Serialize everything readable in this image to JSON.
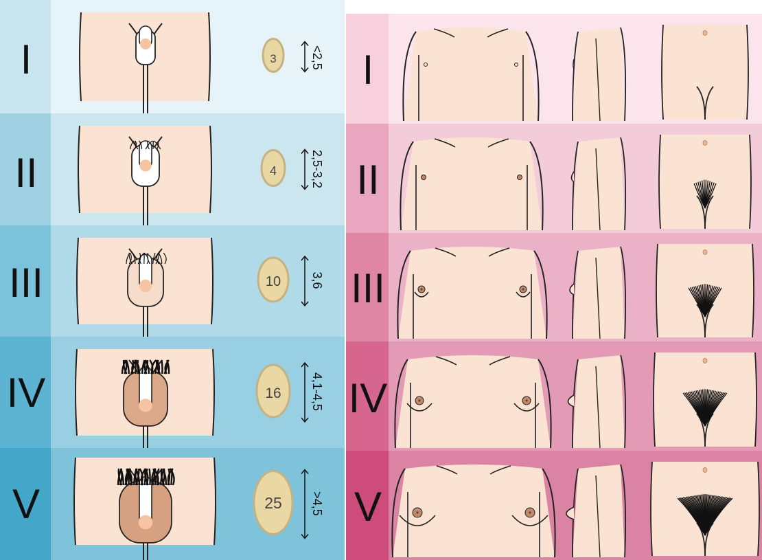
{
  "male": {
    "stages": [
      {
        "roman": "I",
        "testicular_volume": "3",
        "length": "<2,5"
      },
      {
        "roman": "II",
        "testicular_volume": "4",
        "length": "2,5-3,2"
      },
      {
        "roman": "III",
        "testicular_volume": "10",
        "length": "3,6"
      },
      {
        "roman": "IV",
        "testicular_volume": "16",
        "length": "4,1-4,5"
      },
      {
        "roman": "V",
        "testicular_volume": "25",
        "length": ">4,5"
      }
    ],
    "colors": {
      "row_bg": [
        "#e6f3f8",
        "#cce6f0",
        "#b1dae8",
        "#98cfe2",
        "#7fc3db"
      ],
      "label_col": [
        "#c8e4ef",
        "#9fd1e3",
        "#7bc2da",
        "#5db4d2",
        "#44a6c9"
      ],
      "skin": "#fbe3d3",
      "scrotum": [
        "#ffffff",
        "#ffffff",
        "#f5dccb",
        "#dba98a",
        "#d6a181"
      ],
      "glans": "#f6c3a3",
      "oval_fill": "#ead8a4",
      "oval_stroke": "#c4b285"
    }
  },
  "female": {
    "stages": [
      {
        "roman": "I"
      },
      {
        "roman": "II"
      },
      {
        "roman": "III"
      },
      {
        "roman": "IV"
      },
      {
        "roman": "V"
      }
    ],
    "colors": {
      "row_bg": [
        "#fbe4ec",
        "#f3cbd9",
        "#ebb2c7",
        "#e39ab5",
        "#db83a3"
      ],
      "label_col": [
        "#f7cfdd",
        "#e9a7bf",
        "#df86a5",
        "#d6668d",
        "#cd4c79"
      ],
      "skin": "#fbe3d3",
      "areola": "#c08a6a"
    }
  }
}
